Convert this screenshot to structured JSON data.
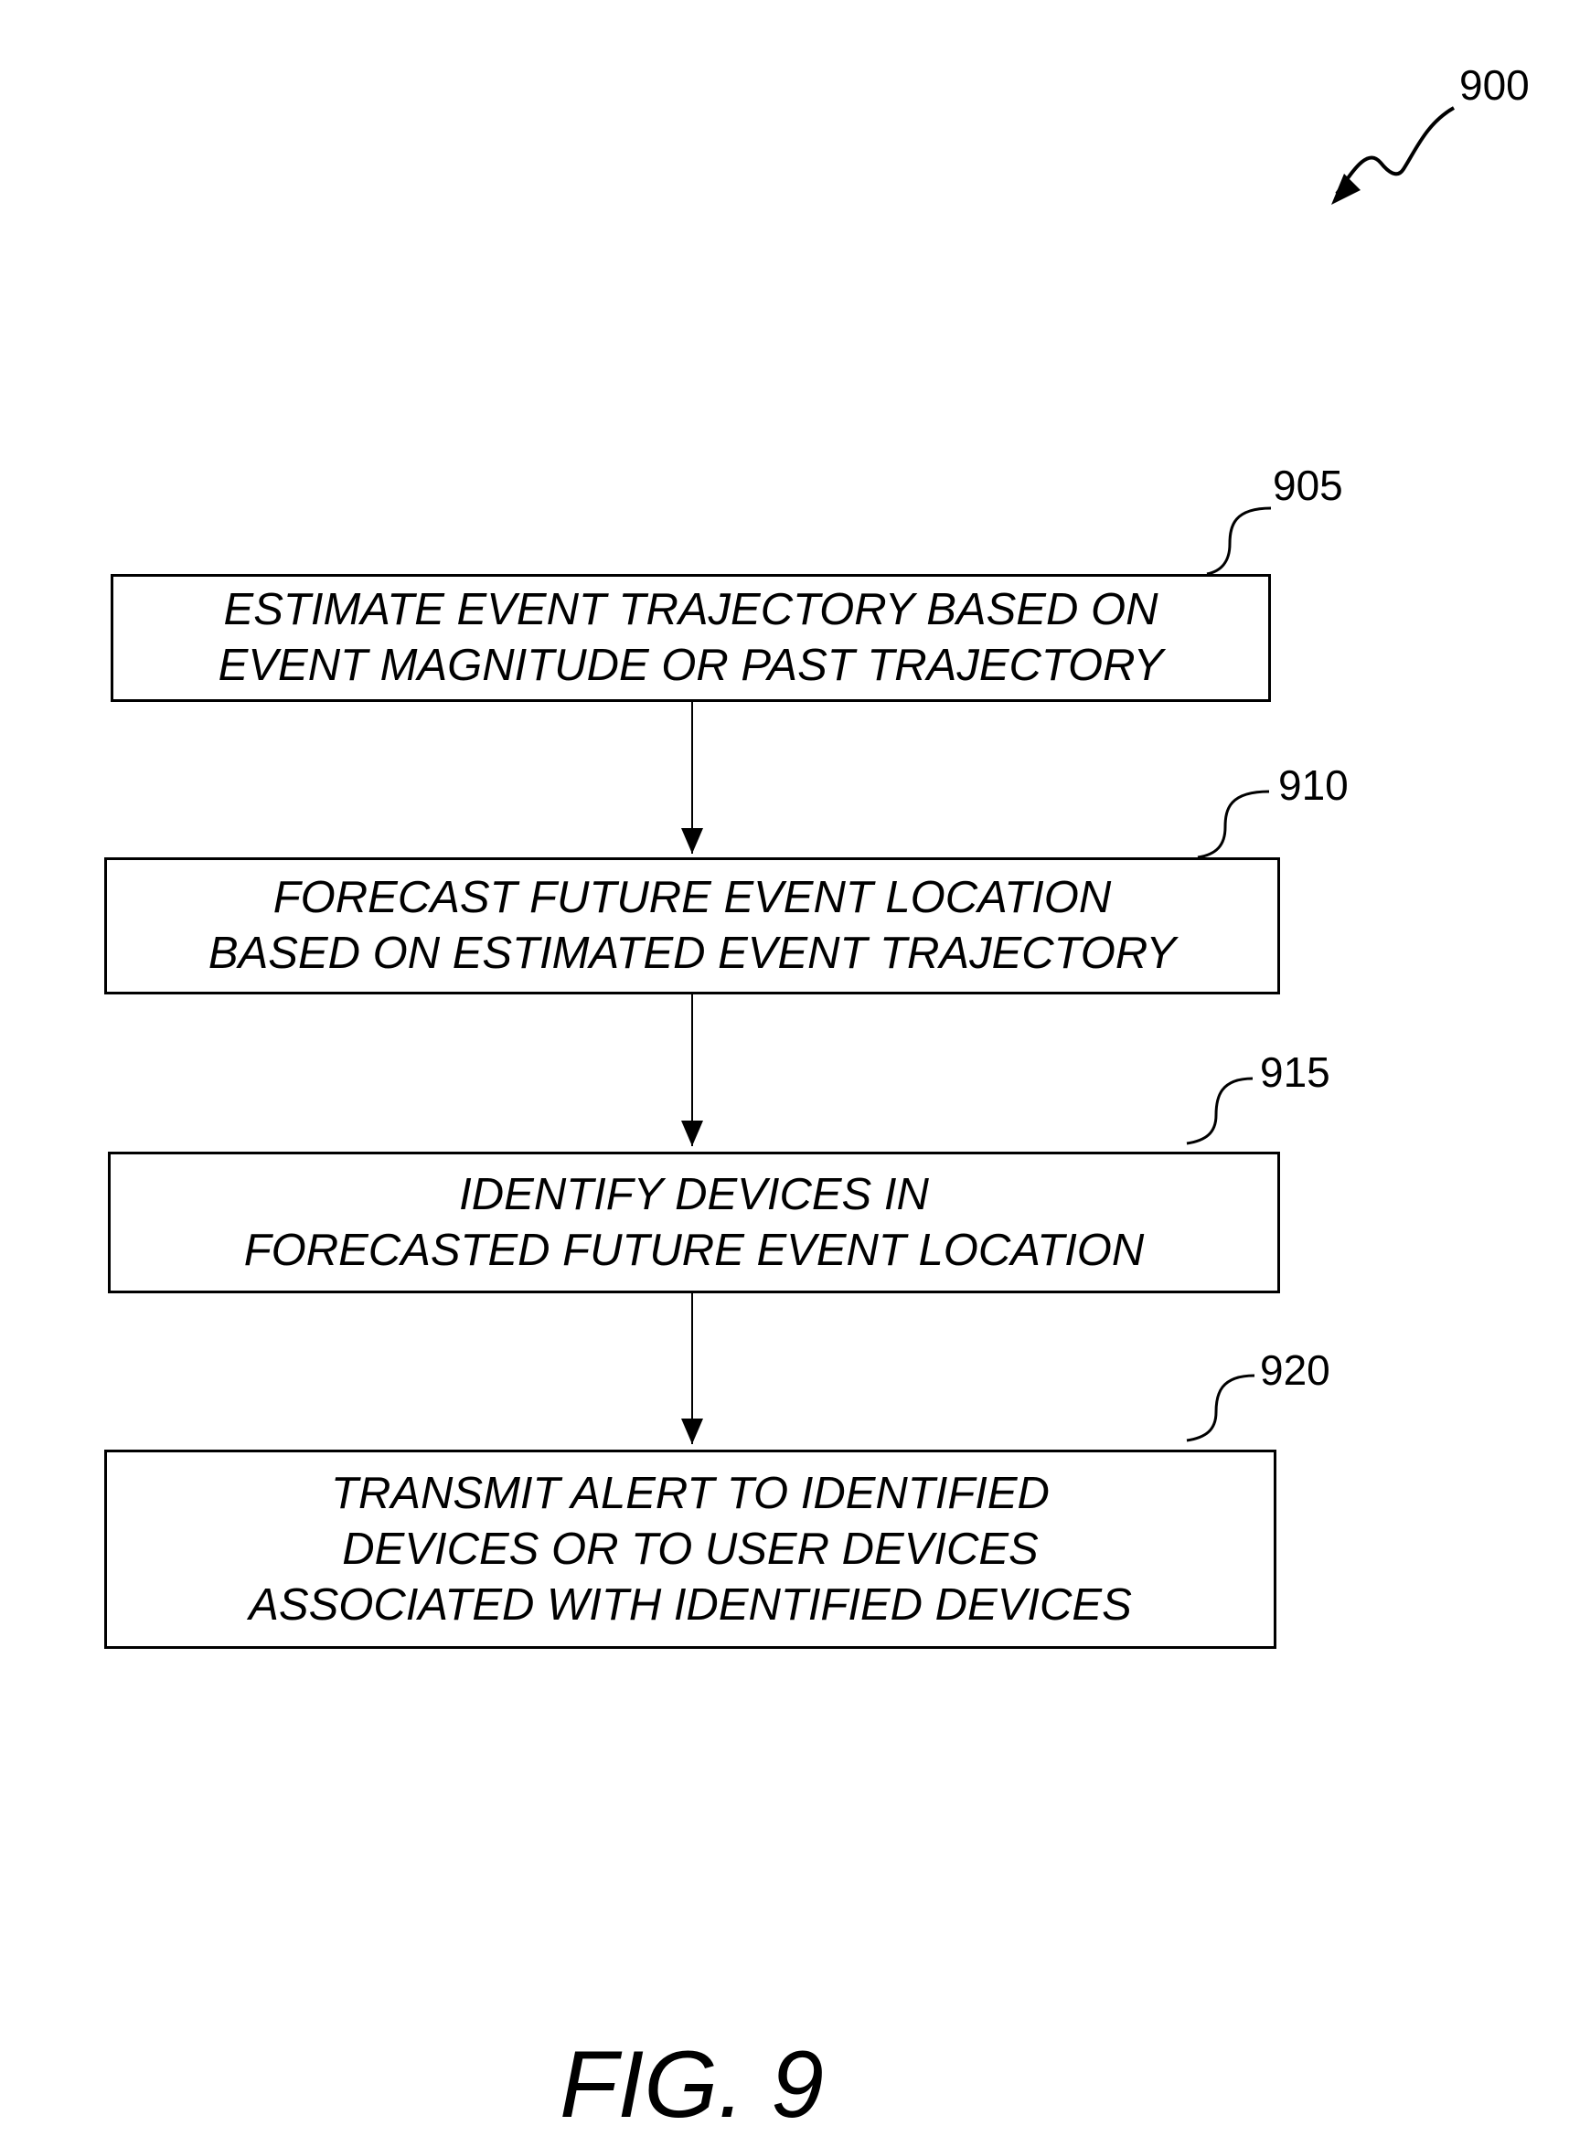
{
  "figure": {
    "ref": "900",
    "caption": "FIG. 9"
  },
  "steps": [
    {
      "ref": "905",
      "lines": [
        "ESTIMATE EVENT TRAJECTORY BASED ON",
        "EVENT MAGNITUDE OR PAST TRAJECTORY"
      ]
    },
    {
      "ref": "910",
      "lines": [
        "FORECAST FUTURE EVENT LOCATION",
        "BASED ON ESTIMATED EVENT TRAJECTORY"
      ]
    },
    {
      "ref": "915",
      "lines": [
        "IDENTIFY DEVICES IN",
        "FORECASTED FUTURE EVENT LOCATION"
      ]
    },
    {
      "ref": "920",
      "lines": [
        "TRANSMIT ALERT TO IDENTIFIED",
        "DEVICES OR TO USER DEVICES",
        "ASSOCIATED WITH IDENTIFIED DEVICES"
      ]
    }
  ],
  "colors": {
    "ink": "#000000",
    "background": "#ffffff"
  }
}
